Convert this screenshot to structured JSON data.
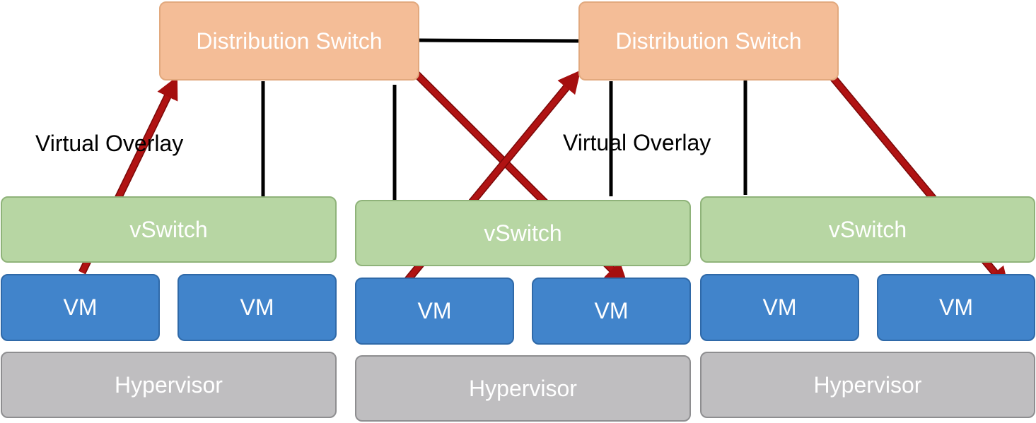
{
  "switches": [
    {
      "label": "Distribution Switch"
    },
    {
      "label": "Distribution Switch"
    }
  ],
  "hosts": [
    {
      "vswitch": "vSwitch",
      "vms": [
        "VM",
        "VM"
      ],
      "hypervisor": "Hypervisor"
    },
    {
      "vswitch": "vSwitch",
      "vms": [
        "VM",
        "VM"
      ],
      "hypervisor": "Hypervisor"
    },
    {
      "vswitch": "vSwitch",
      "vms": [
        "VM",
        "VM"
      ],
      "hypervisor": "Hypervisor"
    }
  ],
  "overlay_labels": [
    "Virtual Overlay",
    "Virtual Overlay"
  ],
  "colors": {
    "distribution_switch": "#f4bd97",
    "vswitch": "#b7d6a3",
    "vm": "#4184cb",
    "hypervisor": "#bfbec0",
    "overlay_arrow": "#a50f0f",
    "link": "#000000"
  }
}
